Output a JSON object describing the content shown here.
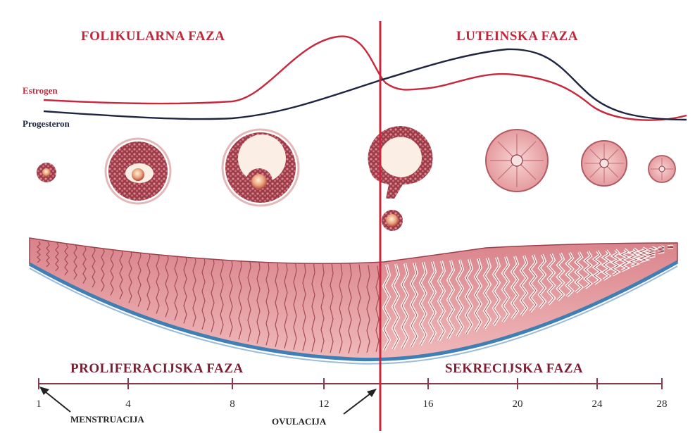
{
  "phases": {
    "follicular": "FOLIKULARNA FAZA",
    "luteal": "LUTEINSKA FAZA",
    "proliferative": "PROLIFERACIJSKA FAZA",
    "secretory": "SEKRECIJSKA FAZA"
  },
  "hormones": {
    "estrogen": {
      "label": "Estrogen",
      "color": "#c8283c"
    },
    "progesterone": {
      "label": "Progesteron",
      "color": "#1f2440"
    }
  },
  "axis": {
    "ticks": [
      "1",
      "4",
      "8",
      "12",
      "16",
      "20",
      "24",
      "28"
    ]
  },
  "events": {
    "menstruation": "MENSTRUACIJA",
    "ovulation": "OVULACIJA"
  },
  "colors": {
    "ovulation_line": "#c8283c",
    "axis": "#8a3a4a",
    "tissue": "#e8a4a8",
    "tissue_dark": "#b0505e",
    "basal_layer": "#3f7fb5"
  }
}
